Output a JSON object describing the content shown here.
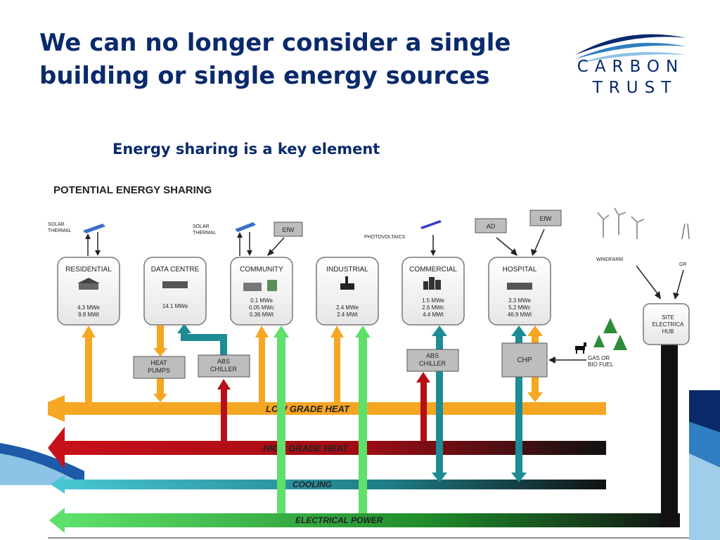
{
  "slide": {
    "title": "We can no longer consider a single building or single energy sources",
    "subtitle": "Energy sharing is a key element"
  },
  "logo": {
    "line1": "CARBON",
    "line2": "TRUST"
  },
  "diagram": {
    "heading": "POTENTIAL ENERGY SHARING",
    "buildings": [
      {
        "label": "RESIDENTIAL",
        "values": [
          "4.3 MWe",
          "9.8 MWt"
        ]
      },
      {
        "label": "DATA CENTRE",
        "values": [
          "14.1 MWe"
        ]
      },
      {
        "label": "COMMUNITY",
        "values": [
          "0.1  MWe",
          "0.05 MWc",
          "0.36 MWt"
        ]
      },
      {
        "label": "INDUSTRIAL",
        "values": [
          "2.4 MWe",
          "2.4 MWt"
        ]
      },
      {
        "label": "COMMERCIAL",
        "values": [
          "1.5 MWe",
          "2.6 MWc",
          "4.4 MWt"
        ]
      },
      {
        "label": "HOSPITAL",
        "values": [
          "3.3 MWe",
          "5.2 MWc",
          "46.9 MWt"
        ]
      }
    ],
    "equipment": {
      "heat_pumps": [
        "HEAT",
        "PUMPS"
      ],
      "abs_chiller_1": [
        "ABS",
        "CHILLER"
      ],
      "abs_chiller_2": [
        "ABS",
        "CHILLER"
      ],
      "chp": "CHP"
    },
    "sources": {
      "solar_thermal_1": [
        "SOLAR",
        "THERMAL"
      ],
      "solar_thermal_2": [
        "SOLAR",
        "THERMAL"
      ],
      "efw_1": "EfW",
      "photovoltaics": "PHOTOVOLTAICS",
      "ad": "AD",
      "efw_2": "EfW",
      "windfarm": "WINDFARM",
      "grid_partial": "GR",
      "gas_bio": [
        "GAS OR",
        "BIO FUEL"
      ]
    },
    "hub": [
      "SITE",
      "ELECTRICA",
      "HUB"
    ],
    "buses": {
      "low_grade_heat": "LOW GRADE HEAT",
      "high_grade_heat": "HIGH GRADE HEAT",
      "cooling": "COOLING",
      "electrical_power": "ELECTRICAL POWER"
    },
    "colors": {
      "low_grade_heat": "#f5a623",
      "high_grade_heat": "#c8101a",
      "cooling": "#1e8c96",
      "electrical_power": "#3cc24a",
      "navy": "#0a2a6b"
    }
  }
}
